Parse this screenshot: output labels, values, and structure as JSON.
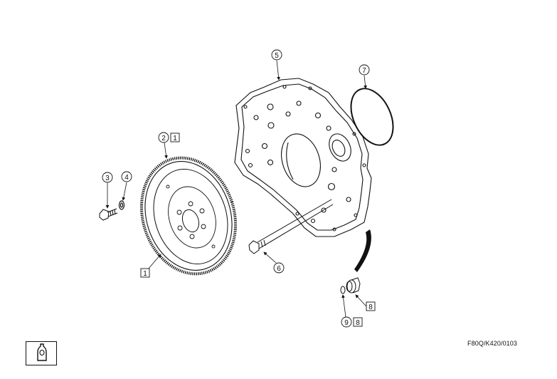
{
  "diagram": {
    "callouts": [
      {
        "id": "callout-2",
        "number": "2",
        "box_ref": "1"
      },
      {
        "id": "callout-3",
        "number": "3"
      },
      {
        "id": "callout-4",
        "number": "4"
      },
      {
        "id": "callout-5",
        "number": "5"
      },
      {
        "id": "callout-6",
        "number": "6"
      },
      {
        "id": "callout-7",
        "number": "7"
      },
      {
        "id": "callout-9",
        "number": "9",
        "box_ref": "8"
      }
    ],
    "box_labels": [
      {
        "id": "box-1",
        "text": "1"
      },
      {
        "id": "box-8",
        "text": "8"
      }
    ],
    "drawing_code": "F80Q/K420/0103",
    "symbol_icon": "engine-oil-drop-icon"
  }
}
